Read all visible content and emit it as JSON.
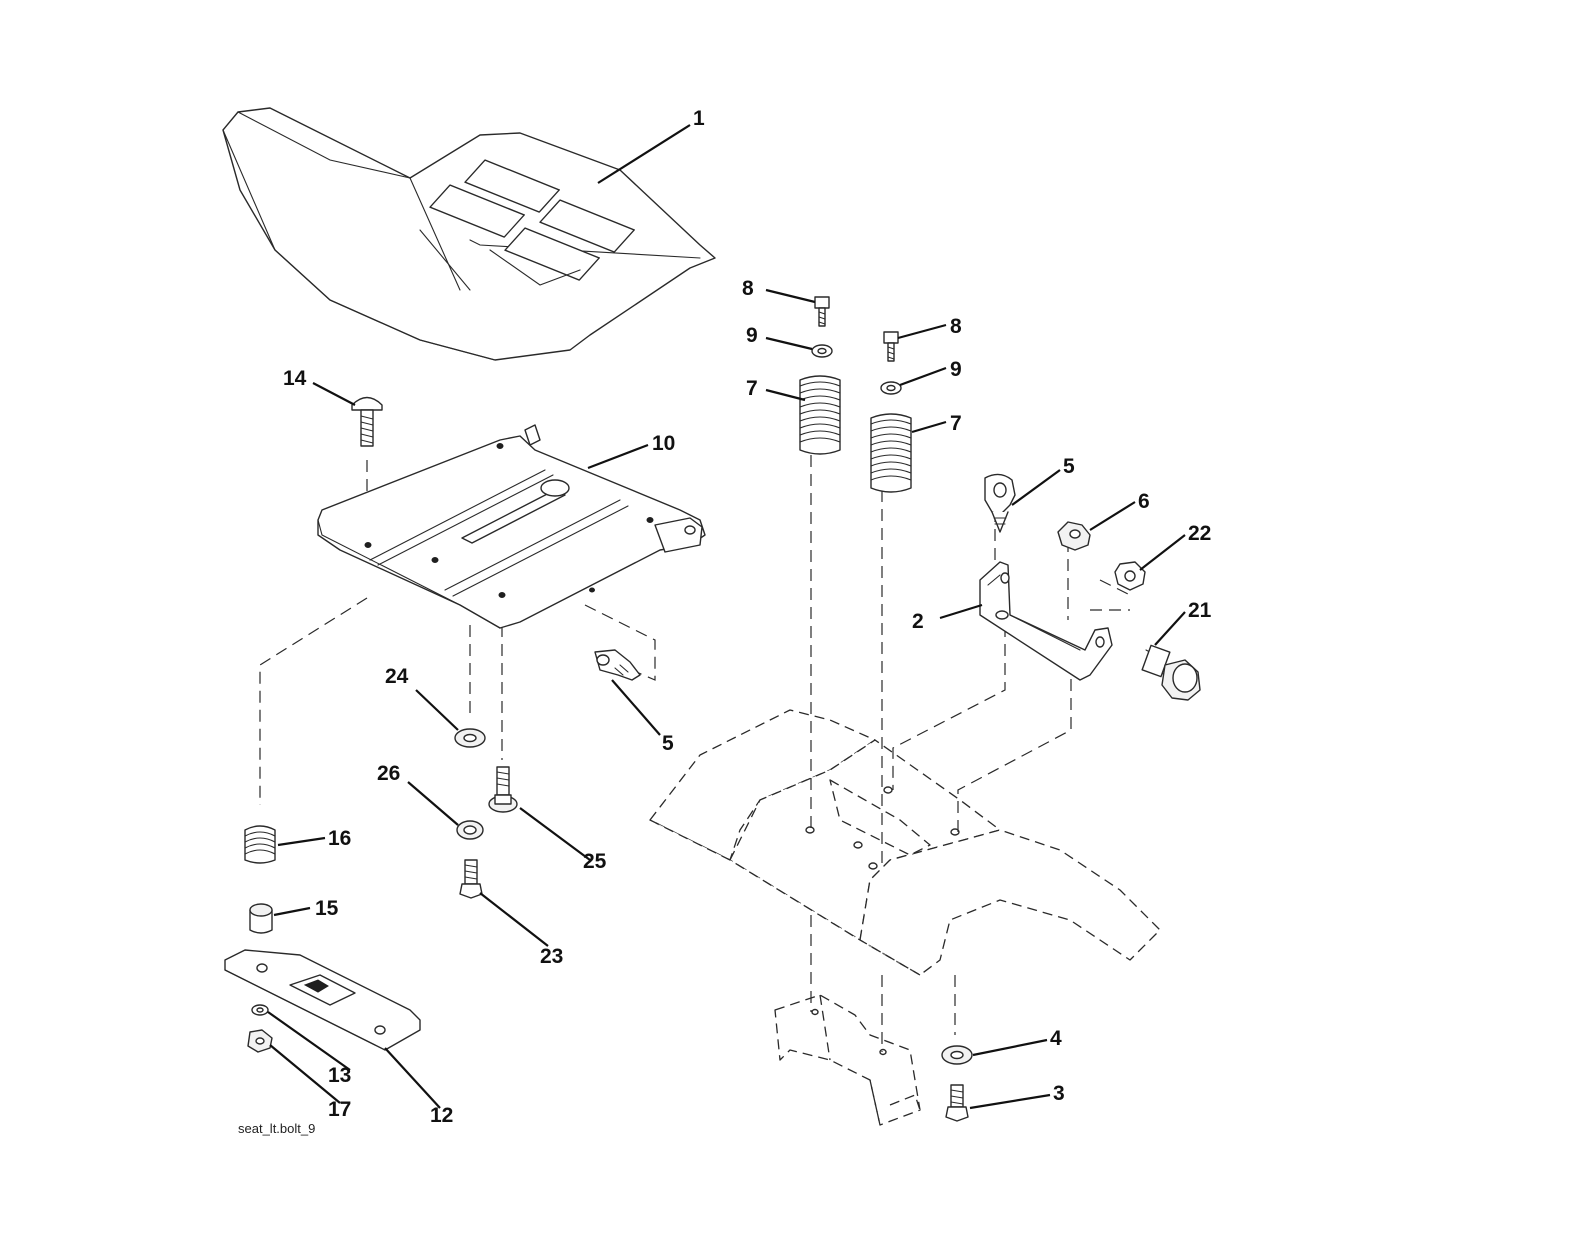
{
  "callouts": [
    {
      "id": "c1",
      "label": "1"
    },
    {
      "id": "c2",
      "label": "2"
    },
    {
      "id": "c3",
      "label": "3"
    },
    {
      "id": "c4",
      "label": "4"
    },
    {
      "id": "c5a",
      "label": "5"
    },
    {
      "id": "c5b",
      "label": "5"
    },
    {
      "id": "c6",
      "label": "6"
    },
    {
      "id": "c7a",
      "label": "7"
    },
    {
      "id": "c7b",
      "label": "7"
    },
    {
      "id": "c8a",
      "label": "8"
    },
    {
      "id": "c8b",
      "label": "8"
    },
    {
      "id": "c9a",
      "label": "9"
    },
    {
      "id": "c9b",
      "label": "9"
    },
    {
      "id": "c10",
      "label": "10"
    },
    {
      "id": "c12",
      "label": "12"
    },
    {
      "id": "c13",
      "label": "13"
    },
    {
      "id": "c14",
      "label": "14"
    },
    {
      "id": "c15",
      "label": "15"
    },
    {
      "id": "c16",
      "label": "16"
    },
    {
      "id": "c17",
      "label": "17"
    },
    {
      "id": "c21",
      "label": "21"
    },
    {
      "id": "c22",
      "label": "22"
    },
    {
      "id": "c23",
      "label": "23"
    },
    {
      "id": "c24",
      "label": "24"
    },
    {
      "id": "c25",
      "label": "25"
    },
    {
      "id": "c26",
      "label": "26"
    }
  ],
  "caption": "seat_lt.bolt_9"
}
